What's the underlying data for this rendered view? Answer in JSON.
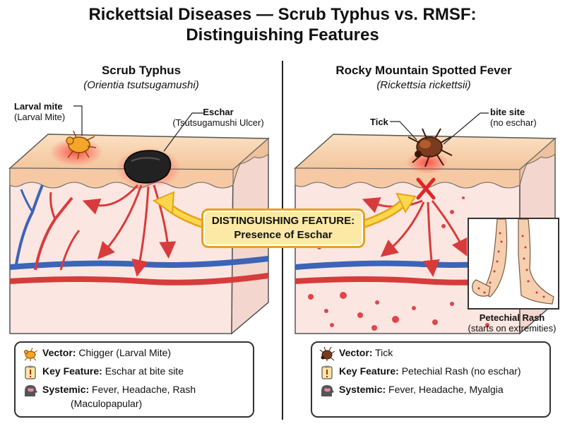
{
  "title": {
    "line1": "Rickettsial Diseases — Scrub Typhus vs. RMSF:",
    "line2": "Distinguishing Features"
  },
  "left": {
    "name": "Scrub Typhus",
    "organism": "(Orientia tsutsugamushi)",
    "mite_label": "Larval mite",
    "mite_sublabel": "(Larval Mite)",
    "eschar_label": "Eschar",
    "eschar_sublabel": "(Tsutsugamushi Ulcer)",
    "legend": {
      "vector_key": "Vector:",
      "vector_val": "Chigger (Larval Mite)",
      "feature_key": "Key Feature:",
      "feature_val": "Eschar at bite site",
      "systemic_key": "Systemic:",
      "systemic_val": "Fever, Headache, Rash",
      "systemic_val2": "(Maculopapular)"
    }
  },
  "right": {
    "name": "Rocky Mountain Spotted Fever",
    "organism": "(Rickettsia rickettsii)",
    "tick_label": "Tick",
    "bite_label": "bite site",
    "bite_sublabel": "(no eschar)",
    "rash_label": "Petechial Rash",
    "rash_sublabel": "(starts on extremities)",
    "legend": {
      "vector_key": "Vector:",
      "vector_val": "Tick",
      "feature_key": "Key Feature:",
      "feature_val": "Petechial Rash (no eschar)",
      "systemic_key": "Systemic:",
      "systemic_val": "Fever, Headache, Myalgia"
    }
  },
  "callout": {
    "line1": "DISTINGUISHING FEATURE:",
    "line2": "Presence of Eschar"
  },
  "colors": {
    "skin_top": "#f7d4b0",
    "dermis": "#fbe6e1",
    "artery": "#d83b3b",
    "vein": "#3c64b8",
    "callout_fill": "#fde9a6",
    "callout_border": "#e7a21c"
  },
  "icons": {
    "mite": "mite-icon",
    "tick": "tick-icon",
    "feature": "alert-clipboard-icon",
    "systemic": "brain-head-icon"
  }
}
